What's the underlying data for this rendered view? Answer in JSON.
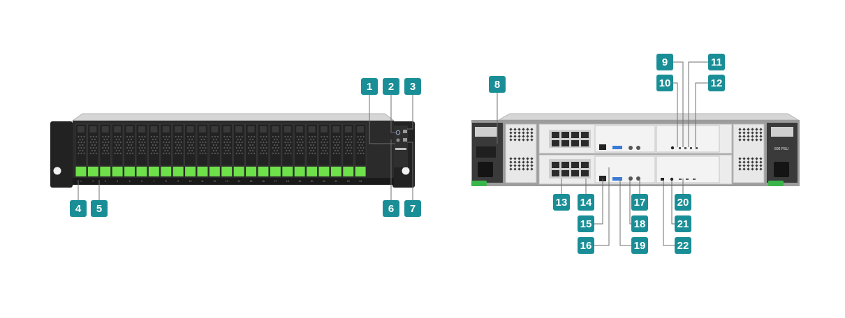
{
  "colors": {
    "badge": "#1a8e96",
    "leader": "#6f6f6f",
    "chassis_dark": "#1c1c1c",
    "bezel": "#262626",
    "drive_led": "#6ee04a",
    "rear_panel": "#e4e4e4",
    "psu_handle": "#39b54a"
  },
  "icons": {
    "front_view": "nas-front-panel-illustration",
    "rear_view": "nas-rear-panel-illustration"
  },
  "front": {
    "drive_bays": 24,
    "bay_numbers": [
      "1",
      "2",
      "3",
      "4",
      "5",
      "6",
      "7",
      "8",
      "9",
      "10",
      "11",
      "12",
      "13",
      "14",
      "15",
      "16",
      "17",
      "18",
      "19",
      "20",
      "21",
      "22",
      "23",
      "24"
    ]
  },
  "callouts": [
    {
      "label": "1"
    },
    {
      "label": "2"
    },
    {
      "label": "3"
    },
    {
      "label": "4"
    },
    {
      "label": "5"
    },
    {
      "label": "6"
    },
    {
      "label": "7"
    },
    {
      "label": "8"
    },
    {
      "label": "9"
    },
    {
      "label": "10"
    },
    {
      "label": "11"
    },
    {
      "label": "12"
    },
    {
      "label": "13"
    },
    {
      "label": "14"
    },
    {
      "label": "15"
    },
    {
      "label": "16"
    },
    {
      "label": "17"
    },
    {
      "label": "18"
    },
    {
      "label": "19"
    },
    {
      "label": "20"
    },
    {
      "label": "21"
    },
    {
      "label": "22"
    }
  ],
  "rear": {
    "psu_label": "500 PSU"
  }
}
